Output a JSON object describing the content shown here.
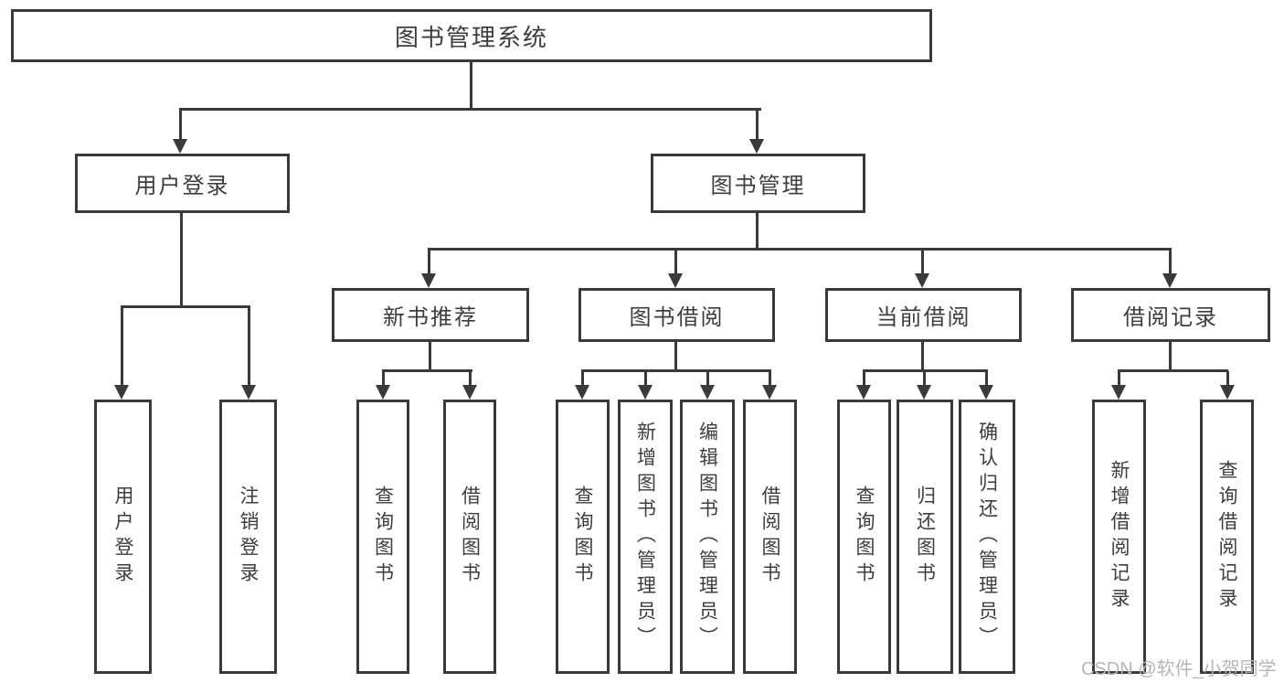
{
  "diagram": {
    "root": {
      "label": "图书管理系统"
    },
    "level2": {
      "user_login": {
        "label": "用户登录"
      },
      "book_management": {
        "label": "图书管理"
      }
    },
    "level3": {
      "new_book_recommend": {
        "label": "新书推荐"
      },
      "book_borrow": {
        "label": "图书借阅"
      },
      "current_borrow": {
        "label": "当前借阅"
      },
      "borrow_record": {
        "label": "借阅记录"
      }
    },
    "leaves": {
      "user_login": [
        "用户登录",
        "注销登录"
      ],
      "new_book_recommend": [
        "查询图书",
        "借阅图书"
      ],
      "book_borrow": [
        "查询图书",
        "新增图书（管理员）",
        "编辑图书（管理员）",
        "借阅图书"
      ],
      "current_borrow": [
        "查询图书",
        "归还图书",
        "确认归还（管理员）"
      ],
      "borrow_record": [
        "新增借阅记录",
        "查询借阅记录"
      ]
    },
    "watermark": "CSDN @软件_小贺同学",
    "colors": {
      "line": "#3a3a3a",
      "text": "#3d3d3d",
      "box_bg": "#ffffff",
      "background": "#ffffff",
      "watermark": "#b6b6b6"
    }
  }
}
